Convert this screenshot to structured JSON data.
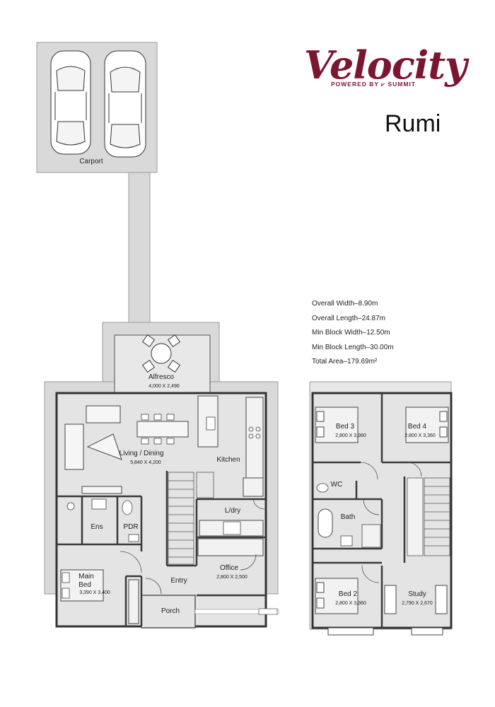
{
  "brand": {
    "name": "Velocity",
    "tagline": "POWERED BY ⩗ SUMMIT",
    "color": "#7b1530"
  },
  "model": "Rumi",
  "specs": [
    "Overall Width–8.90m",
    "Overall Length–24.87m",
    "Min Block Width–12.50m",
    "Min Block Length–30.00m",
    "Total Area–179.69m²"
  ],
  "ground_floor": {
    "carport": "Carport",
    "alfresco": {
      "name": "Alfresco",
      "size": "4,000 X 2,496"
    },
    "living": {
      "name": "Living / Dining",
      "size": "5,840 X 4,200"
    },
    "kitchen": "Kitchen",
    "ldry": "L/dry",
    "ens": "Ens",
    "pdr": "PDR",
    "office": {
      "name": "Office",
      "size": "2,800 X 2,500"
    },
    "main_bed": {
      "name": "Main\nBed",
      "line1": "Main",
      "line2": "Bed",
      "size": "3,390 X 3,400"
    },
    "entry": "Entry",
    "porch": "Porch"
  },
  "upper_floor": {
    "bed3": {
      "name": "Bed 3",
      "size": "2,800 X 3,360"
    },
    "bed4": {
      "name": "Bed 4",
      "size": "2,800 X 3,360"
    },
    "wc": "WC",
    "bath": "Bath",
    "bed2": {
      "name": "Bed 2",
      "size": "2,800 X 3,360"
    },
    "study": {
      "name": "Study",
      "size": "2,790 X 2,670"
    }
  },
  "colors": {
    "floor_fill": "#e4e4e4",
    "outer_fill": "#d9d9d9",
    "wall": "#3a3a3a"
  }
}
